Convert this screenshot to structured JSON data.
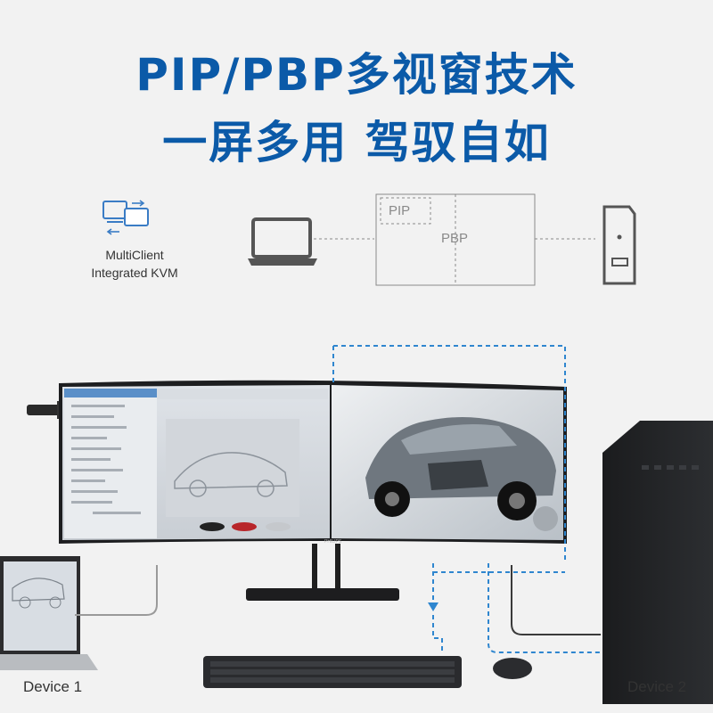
{
  "headline": {
    "line1": "PIP/PBP多视窗技术",
    "line2": "一屏多用  驾驭自如"
  },
  "kvm": {
    "line1": "MultiClient",
    "line2": "Integrated KVM",
    "icon": "multi-window-icon"
  },
  "diagram": {
    "pip_label": "PIP",
    "pbp_label": "PBP",
    "left_icon": "laptop-icon",
    "right_icon": "desktop-tower-icon"
  },
  "devices": {
    "left": "Device 1",
    "right": "Device 2"
  },
  "monitor": {
    "brand": "PHILIPS"
  },
  "colors": {
    "brand_blue": "#0b5aa8",
    "dashed_line": "#2f86cf",
    "icon_gray": "#555555"
  }
}
